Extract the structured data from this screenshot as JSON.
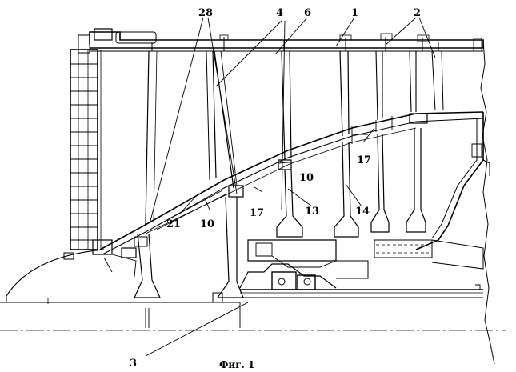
{
  "caption": "Фиг. 1",
  "callouts": {
    "c1": "1",
    "c2": "2",
    "c3": "3",
    "c4": "4",
    "c6": "6",
    "c10a": "10",
    "c10b": "10",
    "c13": "13",
    "c14": "14",
    "c17a": "17",
    "c17b": "17",
    "c21": "21",
    "c28": "28"
  }
}
